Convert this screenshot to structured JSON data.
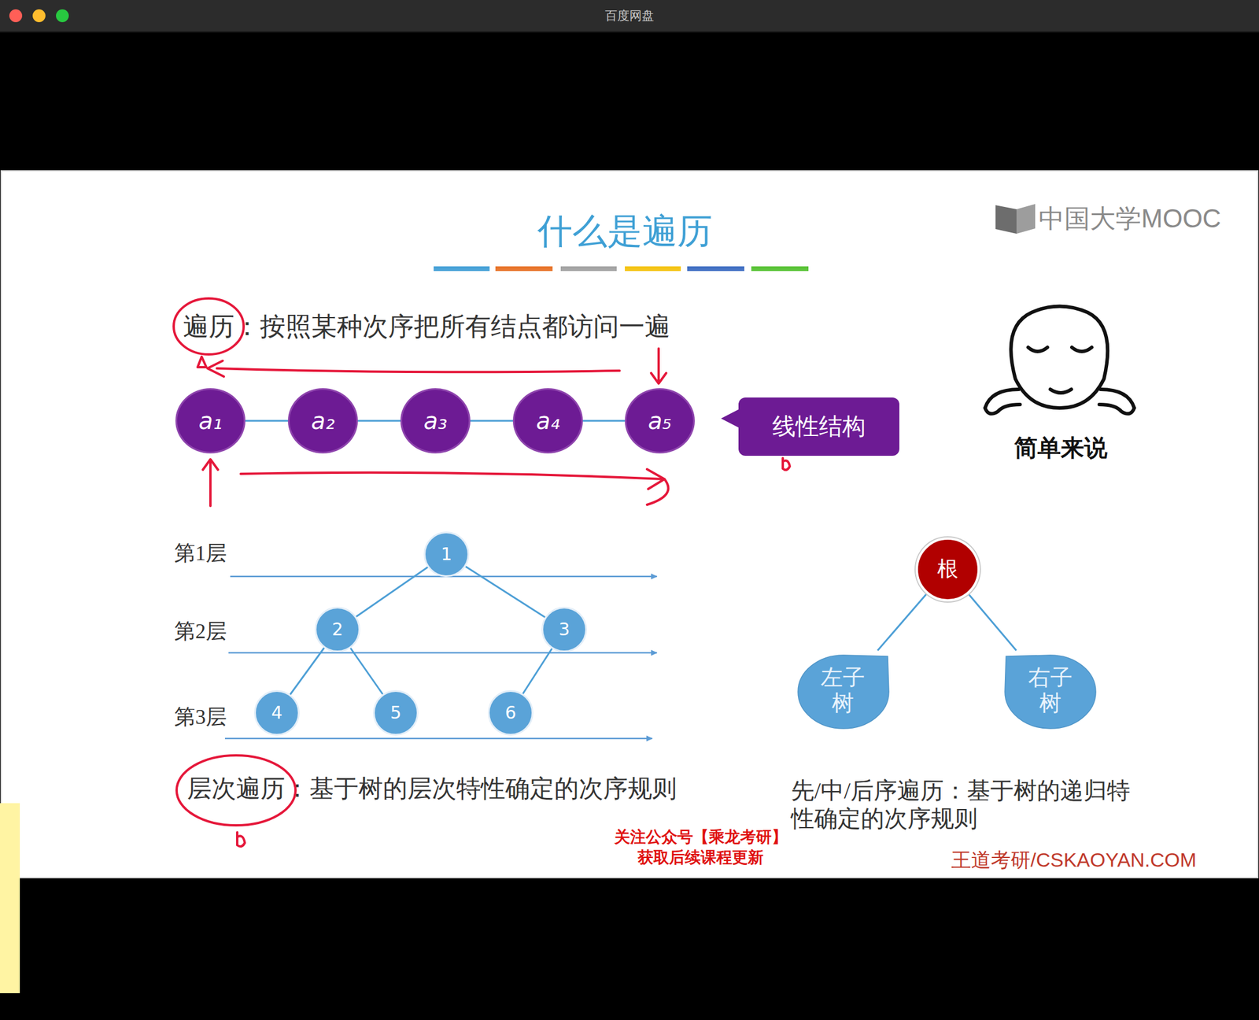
{
  "diagram": {
    "title": "什么是遍历",
    "nodes": [
      {
        "text": [
          "a₁"
        ]
      },
      {
        "text": [
          "a₂"
        ]
      },
      {
        "text": [
          "a₃"
        ]
      },
      {
        "text": [
          "a₄"
        ]
      },
      {
        "text": [
          "a₅"
        ]
      },
      {
        "text": [
          "线性结构"
        ]
      },
      {
        "text": [
          "1"
        ]
      },
      {
        "text": [
          "2"
        ]
      },
      {
        "text": [
          "3"
        ]
      },
      {
        "text": [
          "4"
        ]
      },
      {
        "text": [
          "5"
        ]
      },
      {
        "text": [
          "6"
        ]
      },
      {
        "text": [
          "根"
        ]
      },
      {
        "text": [
          "左子树"
        ]
      },
      {
        "text": [
          "右子树"
        ]
      }
    ],
    "edges": [
      {
        "from": 0,
        "to": 1,
        "arrow": "none"
      },
      {
        "from": 1,
        "to": 2,
        "arrow": "none"
      },
      {
        "from": 2,
        "to": 3,
        "arrow": "none"
      },
      {
        "from": 3,
        "to": 4,
        "arrow": "none"
      },
      {
        "from": 6,
        "to": 7,
        "arrow": "none"
      },
      {
        "from": 6,
        "to": 8,
        "arrow": "none"
      },
      {
        "from": 7,
        "to": 9,
        "arrow": "none"
      },
      {
        "from": 7,
        "to": 10,
        "arrow": "none"
      },
      {
        "from": 8,
        "to": 11,
        "arrow": "none"
      },
      {
        "from": 12,
        "to": 13,
        "arrow": "none"
      },
      {
        "from": 12,
        "to": 14,
        "arrow": "none"
      }
    ],
    "labels": [
      "百度网盘",
      "中国大学MOOC",
      "遍历：按照某种次序把所有结点都访问一遍",
      "简单来说",
      "第1层",
      "第2层",
      "第3层",
      "层次遍历：基于树的层次特性确定的次序规则",
      "先/中/后序遍历：基于树的递归特性确定的次序规则",
      "关注公众号【乘龙考研】",
      "获取后续课程更新",
      "王道考研/CSKAOYAN.COM"
    ]
  }
}
